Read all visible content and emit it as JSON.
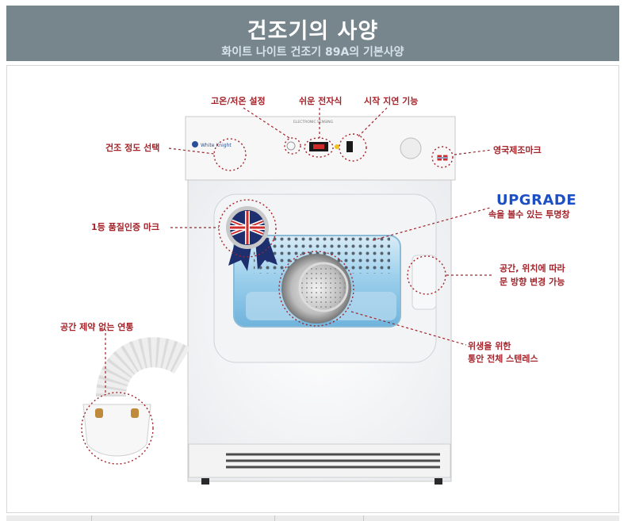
{
  "banner": {
    "title": "건조기의 사양",
    "subtitle": "화이트 나이트 건조기 89A의 기본사양"
  },
  "callouts": {
    "temperature": "고온/저온 설정",
    "panel": "쉬운 전자식",
    "delay": "시작 지연 기능",
    "dryness": "건조 정도 선택",
    "uk_mark": "영국제조마크",
    "quality_mark": "1등 품질인증 마크",
    "upgrade": "UPGRADE",
    "window": "속을 볼수 있는 투명창",
    "door_line1": "공간, 위치에 따라",
    "door_line2": "문 방향 변경 가능",
    "vent": "공간 제약 없는 연통",
    "drum_line1": "위생을 위한",
    "drum_line2": "통안 전체 스텐레스"
  },
  "product": {
    "brand": "White Knight",
    "control_label": "ELECTRONIC SENSING"
  },
  "colors": {
    "banner": "#76868c",
    "callout": "#a3232a",
    "upgrade": "#1c4fc4"
  }
}
